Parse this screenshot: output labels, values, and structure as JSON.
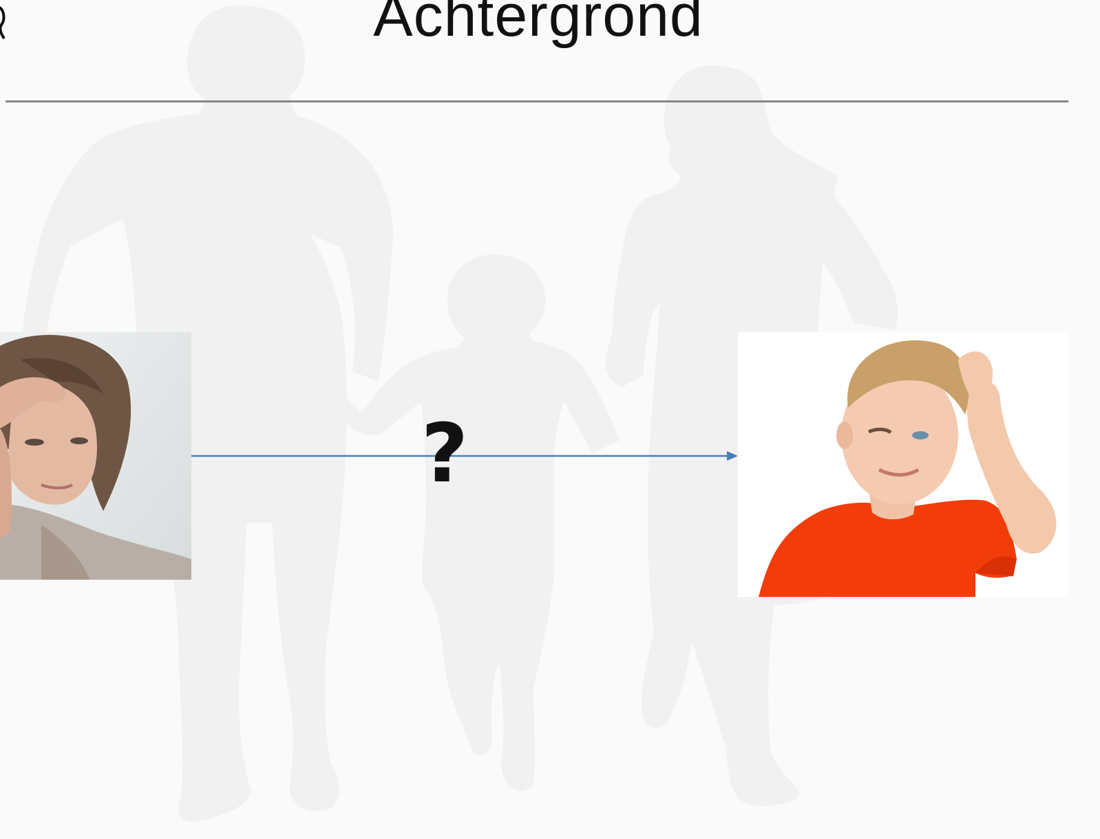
{
  "slide": {
    "title": "Achtergrond",
    "question_mark": "?",
    "background_image": "family-silhouette-icon",
    "left_image": "worried-woman-photo",
    "right_image": "confused-boy-photo",
    "arrow_color": "#4a7ebb",
    "rule_color": "#858585",
    "silhouette_color": "#f1f1f1"
  }
}
